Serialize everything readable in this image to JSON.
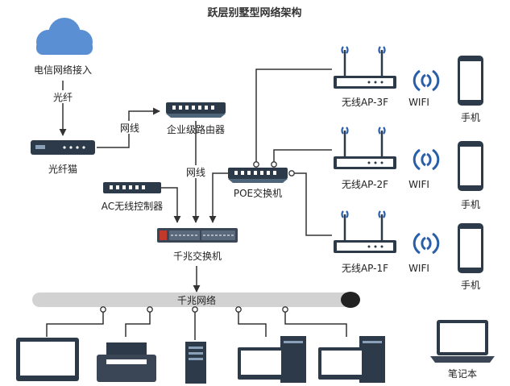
{
  "title": "跃层别墅型网络架构",
  "labels": {
    "telecom": "电信网络接入",
    "fiber": "光纤",
    "modem": "光纤猫",
    "router": "企业级路由器",
    "cable1": "网线",
    "cable2": "网线",
    "ac": "AC无线控制器",
    "poe": "POE交换机",
    "gigabit_switch": "千兆交换机",
    "backbone": "千兆网络",
    "laptop": "笔记本"
  },
  "access_points": [
    {
      "name": "无线AP-3F",
      "wifi": "WIFI",
      "device": "手机"
    },
    {
      "name": "无线AP-2F",
      "wifi": "WIFI",
      "device": "手机"
    },
    {
      "name": "无线AP-1F",
      "wifi": "WIFI",
      "device": "手机"
    }
  ],
  "colors": {
    "cloud": "#5b8fd4",
    "line": "#333333",
    "device_dark": "#2c3a4a",
    "wifi": "#2a5fa8",
    "backbone": "#d2d2d2",
    "rack_red": "#c0392b"
  }
}
